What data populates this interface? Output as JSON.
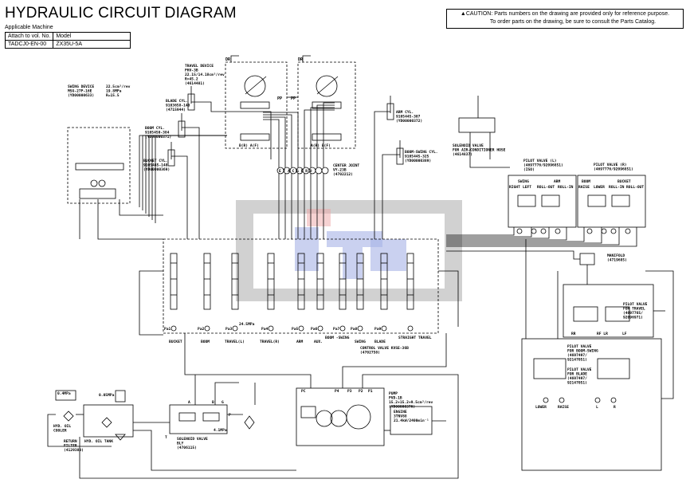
{
  "header": {
    "title": "HYDRAULIC CIRCUIT DIAGRAM",
    "applicable_machine_label": "Applicable Machine",
    "table": {
      "headers": [
        "Attach to vol. No.",
        "Model"
      ],
      "row": [
        "TADCJ0-EN-00",
        "ZX35U-5A"
      ]
    },
    "caution_line1": "▲CAUTION: Parts numbers on the drawing are provided only for reference purpose.",
    "caution_line2": "To order parts on the drawing, be sure to consult the Parts Catalog."
  },
  "components": {
    "swing_device": [
      "SWING DEVICE",
      "MSG-27P-16E",
      "(YD00000633)"
    ],
    "swing_spec": [
      "22.5cm³/rev",
      "19.8MPa",
      "R=15.5"
    ],
    "travel_device": [
      "TRAVEL DEVICE",
      "PHV-3B",
      "22.15/14.18cm³/rev",
      "R=45.2",
      "(4614481)"
    ],
    "blade_cyl": [
      "BLADE CYL.",
      "9103658-140",
      "(4715944)"
    ],
    "boom_cyl": [
      "BOOM CYL.",
      "9105450-384",
      "(YD00000371)"
    ],
    "bucket_cyl": [
      "BUCKET CYL.",
      "9105445-148",
      "(YD00000369)"
    ],
    "arm_cyl": [
      "ARM CYL.",
      "9105445-307",
      "(YD00000372)"
    ],
    "boom_swing_cyl": [
      "BOOM-SWING CYL.",
      "9105445-325",
      "(YD00000389)"
    ],
    "center_joint": [
      "CENTER JOINT",
      "VY-23B",
      "(4702212)"
    ],
    "center_joint_ports": "E F A C G P R D",
    "ac_solenoid": [
      "SOLENOID VALVE",
      "FOR AIR-CONDITIONER HOSE",
      "(4614837)"
    ],
    "pilot_l": [
      "PILOT VALVE (L)",
      "(4697776/92096851)",
      "(ISO)"
    ],
    "pilot_l_groups": [
      "SWING",
      "ARM"
    ],
    "pilot_l_ports": [
      "RIGHT",
      "LEFT",
      "ROLL-OUT",
      "ROLL-IN"
    ],
    "pilot_r": [
      "PILOT VALVE (R)",
      "(4697776/92096851)"
    ],
    "pilot_r_groups": [
      "BOOM",
      "BUCKET"
    ],
    "pilot_r_ports": [
      "RAISE",
      "LOWER",
      "ROLL-IN",
      "ROLL-OUT"
    ],
    "manifold": [
      "MANIFOLD",
      "(4719685)"
    ],
    "pilot_travel": [
      "PILOT VALVE",
      "FOR TRAVEL",
      "(4697765/",
      "92096971)"
    ],
    "pilot_travel_ports": [
      "RR",
      "RF LR",
      "LF"
    ],
    "pilot_boom_swing": [
      "PILOT VALVE",
      "FOR BOOM-SWING",
      "(4697497/",
      "92147051)"
    ],
    "pilot_blade": [
      "PILOT VALVE",
      "FOR BLADE",
      "(4697497/",
      "92147051)"
    ],
    "pilot_blade_ports": [
      "LOWER",
      "RAISE"
    ],
    "pilot_boom_swing_ports": [
      "L",
      "R"
    ],
    "control_valve": [
      "CONTROL VALVE  KVSE-36B",
      "(4702750)"
    ],
    "sections": [
      "BUCKET",
      "BOOM",
      "TRAVEL(L)",
      "TRAVEL(R)",
      "ARM",
      "AUX.",
      "BOOM -SWING",
      "SWING",
      "BLADE",
      "STRAIGHT TRAVEL"
    ],
    "section_ports": [
      "Pa1",
      "Pa2",
      "Pa3",
      "Pa4",
      "Pa5",
      "Pa6",
      "Pa7",
      "Pa8",
      "Pa9"
    ],
    "pump": [
      "PUMP",
      "PVD-1B",
      "15.2+15.2+9.5cm³/rev",
      "(YD00000376)"
    ],
    "engine": [
      "ENGINE",
      "3TNV88",
      "21.4kW/2400min⁻¹"
    ],
    "pump_ports": [
      "PC",
      "P4",
      "P3",
      "P2",
      "P1"
    ],
    "solenoid_valve": [
      "SOLENOID VALVE",
      "BLY",
      "(4706115)"
    ],
    "solenoid_ports": [
      "A",
      "B",
      "G",
      "P",
      "T"
    ],
    "solenoid_relief": "4.1MPa",
    "oil_cooler": [
      "HYD. OIL",
      "COOLER"
    ],
    "cooler_bypass": "0.4MPa",
    "return_filter": [
      "RETURN",
      "FILTER",
      "(4129380)"
    ],
    "tank": "HYD. OIL TANK",
    "tank_check": "0.05MPa",
    "travel_ports_left": "B(R)   A(F)",
    "travel_ports_right": "A(R)   B(F)",
    "dr": "DR",
    "pp": "PP",
    "relief_ps": "24.5MPa"
  },
  "watermark": {
    "colors": {
      "frame": "#9a9a9a",
      "logo": "#3a56c8",
      "accent": "#d83a3a"
    }
  }
}
